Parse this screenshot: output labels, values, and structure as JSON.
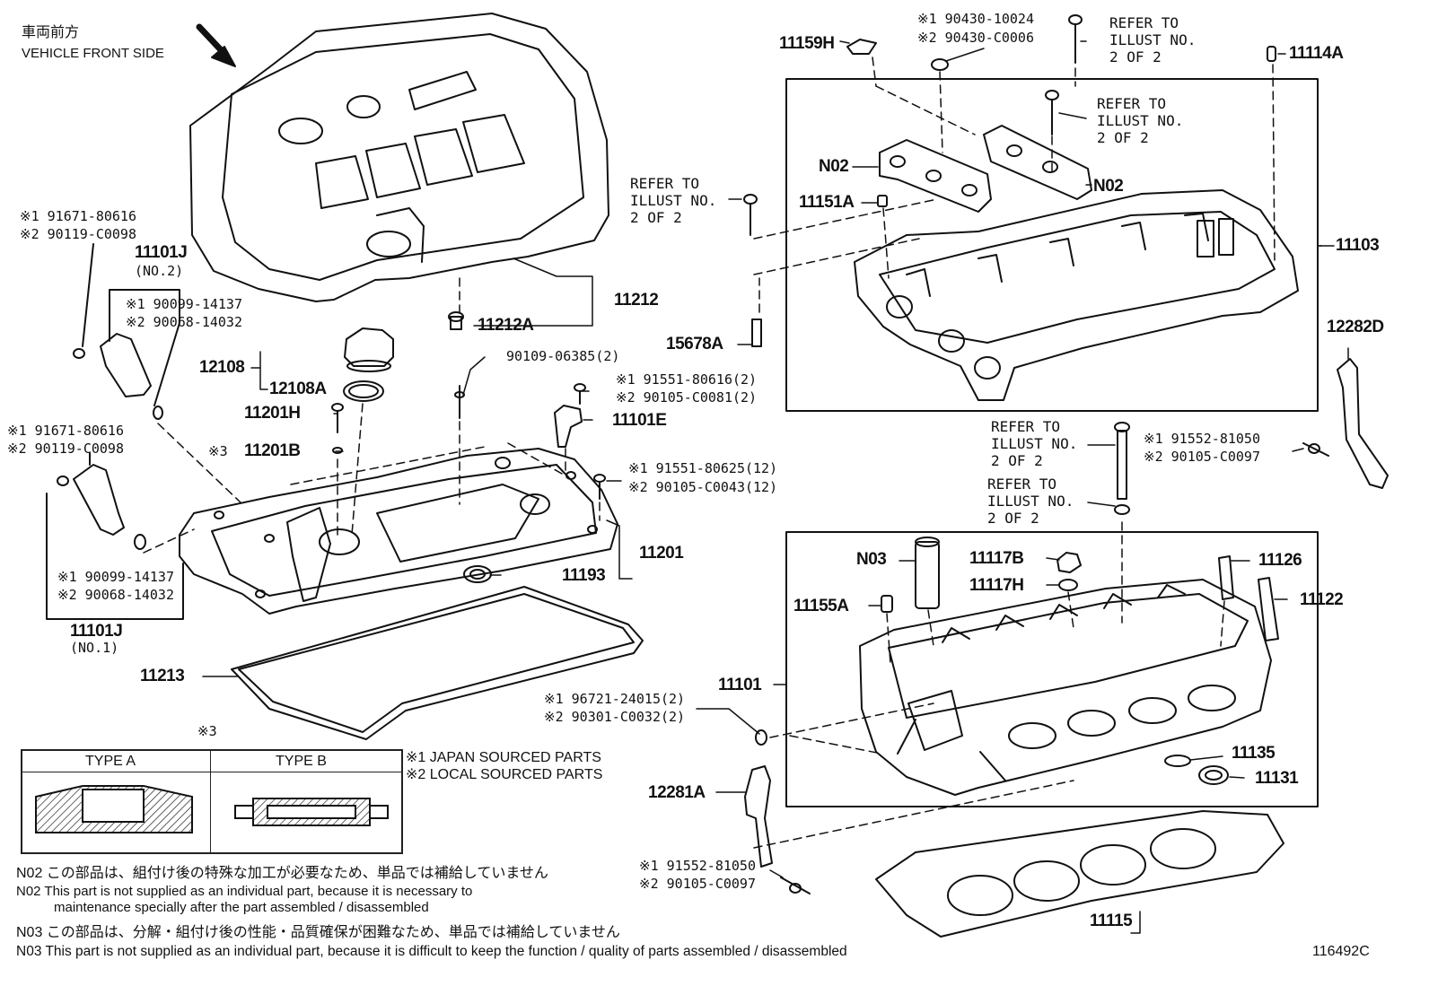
{
  "header": {
    "front_jp": "車両前方",
    "front_en": "VEHICLE FRONT SIDE"
  },
  "parts": {
    "p11159H": "11159H",
    "p11114A": "11114A",
    "p11151A": "11151A",
    "p11103": "11103",
    "p15678A": "15678A",
    "p12282D": "12282D",
    "p11101J_2": "11101J",
    "no2": "(NO.2)",
    "p11212": "11212",
    "p11212A": "11212A",
    "p12108": "12108",
    "p12108A": "12108A",
    "p11201H": "11201H",
    "p11201B": "11201B",
    "p11101E": "11101E",
    "p11201": "11201",
    "p11193": "11193",
    "p11213": "11213",
    "p11101J_1": "11101J",
    "no1": "(NO.1)",
    "pN02a": "N02",
    "pN02b": "N02",
    "pN03": "N03",
    "p11117B": "11117B",
    "p11117H": "11117H",
    "p11126": "11126",
    "p11122": "11122",
    "p11155A": "11155A",
    "p11101": "11101",
    "p11135": "11135",
    "p11131": "11131",
    "p12281A": "12281A",
    "p11115": "11115"
  },
  "codes": {
    "c1": "※1 91671-80616",
    "c2": "※2 90119-C0098",
    "c3": "※1 90099-14137",
    "c4": "※2 90068-14032",
    "c5": "※1 91671-80616",
    "c6": "※2 90119-C0098",
    "c7": "※1 90099-14137",
    "c8": "※2 90068-14032",
    "c9": "90109-06385(2)",
    "c10": "※1 91551-80616(2)",
    "c11": "※2 90105-C0081(2)",
    "c12": "※1 91551-80625(12)",
    "c13": "※2 90105-C0043(12)",
    "c14": "※3",
    "c15": "※1 90430-10024",
    "c16": "※2 90430-C0006",
    "c17": "※1 91552-81050",
    "c18": "※2 90105-C0097",
    "c19": "※1 96721-24015(2)",
    "c20": "※2 90301-C0032(2)",
    "c21": "※1 91552-81050",
    "c22": "※2 90105-C0097"
  },
  "refs": {
    "r1": "REFER TO\nILLUST NO.\n2 OF 2",
    "r2": "REFER TO\nILLUST NO.\n2 OF 2",
    "r3": "REFER TO\nILLUST NO.\n2 OF 2",
    "r4": "REFER TO\nILLUST NO.\n2 OF 2",
    "r5": "REFER TO\nILLUST NO.\n2 OF 2"
  },
  "legend": {
    "mark": "※3",
    "type_a": "TYPE A",
    "type_b": "TYPE B",
    "japan": "※1 JAPAN SOURCED PARTS",
    "local": "※2 LOCAL SOURCED PARTS"
  },
  "notes": {
    "n02_jp": "N02  この部品は、組付け後の特殊な加工が必要なため、単品では補給していません",
    "n02_en1": "N02  This part is not supplied as an individual part, because it is necessary to",
    "n02_en2": "maintenance specially after the part assembled / disassembled",
    "n03_jp": "N03  この部品は、分解・組付け後の性能・品質確保が困難なため、単品では補給していません",
    "n03_en": "N03  This part is not supplied as an individual part, because it is difficult to keep the function / quality of parts  assembled / disassembled"
  },
  "footer": {
    "illust_no": "116492C"
  }
}
